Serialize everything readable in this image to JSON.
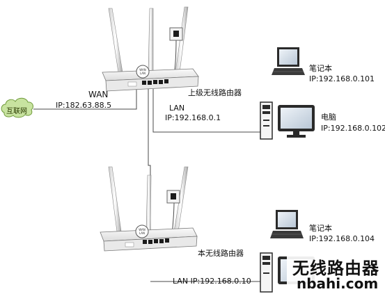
{
  "internet": {
    "label": "互联网"
  },
  "upper_router": {
    "name": "上级无线路由器",
    "wan_label": "WAN",
    "wan_ip": "IP:182.63.88.5",
    "lan_label": "LAN",
    "lan_ip": "IP:192.168.0.1",
    "badge": "WAN\nLAN"
  },
  "laptop_1": {
    "name": "笔记本",
    "ip": "IP:192.168.0.101"
  },
  "desktop": {
    "name": "电脑",
    "ip": "IP:192.168.0.102"
  },
  "lower_router": {
    "name": "本无线路由器",
    "lan_ip": "LAN IP:192.168.0.10"
  },
  "laptop_2": {
    "name": "笔记本",
    "ip": "IP:192.168.0.104"
  },
  "watermark": {
    "title": "无线路由器",
    "url": "nbahi.com"
  },
  "colors": {
    "cloud": "#c8e3a0",
    "cloud_stroke": "#6f9a3a",
    "line": "#4a4a4a",
    "screen": "#d9e4ef"
  }
}
